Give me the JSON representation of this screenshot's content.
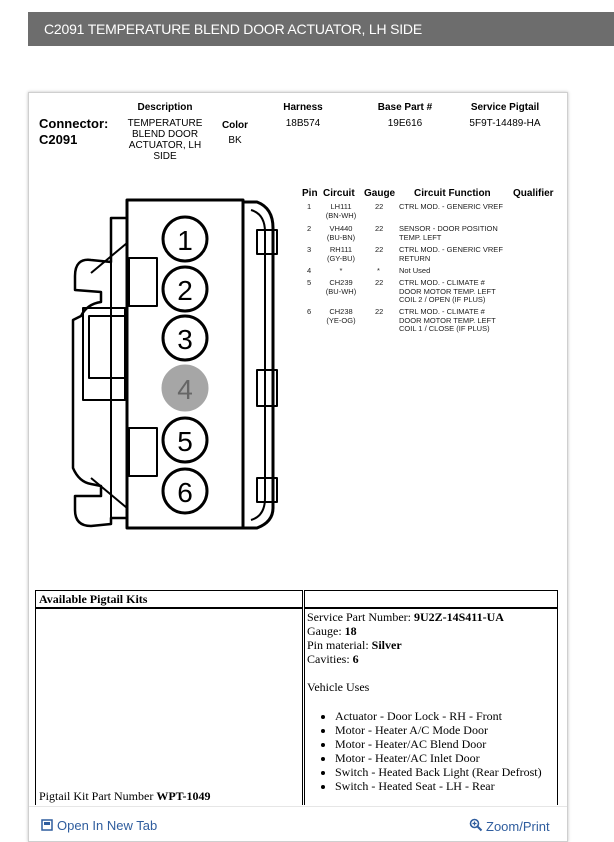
{
  "header": {
    "title": "C2091 TEMPERATURE BLEND DOOR ACTUATOR, LH SIDE"
  },
  "connector": {
    "label": "Connector:",
    "id": "C2091",
    "col_description": "Description",
    "description_lines": [
      "TEMPERATURE",
      "BLEND DOOR",
      "ACTUATOR, LH",
      "SIDE"
    ],
    "col_color": "Color",
    "color": "BK",
    "col_harness": "Harness",
    "harness": "18B574",
    "col_base_part": "Base Part #",
    "base_part": "19E616",
    "col_service_pigtail": "Service Pigtail",
    "service_pigtail": "5F9T-14489-HA"
  },
  "pin_table": {
    "headers": {
      "pin": "Pin",
      "circuit": "Circuit",
      "gauge": "Gauge",
      "function": "Circuit Function",
      "qualifier": "Qualifier"
    },
    "rows": [
      {
        "pin": "1",
        "circuit": [
          "LH111",
          "(BN-WH)"
        ],
        "gauge": "22",
        "function": [
          "CTRL MOD. - GENERIC VREF"
        ]
      },
      {
        "pin": "2",
        "circuit": [
          "VH440",
          "(BU-BN)"
        ],
        "gauge": "22",
        "function": [
          "SENSOR - DOOR POSITION",
          "TEMP. LEFT"
        ]
      },
      {
        "pin": "3",
        "circuit": [
          "RH111",
          "(GY-BU)"
        ],
        "gauge": "22",
        "function": [
          "CTRL MOD. - GENERIC VREF",
          "RETURN"
        ]
      },
      {
        "pin": "4",
        "circuit": [
          "*"
        ],
        "gauge": "*",
        "function": [
          "Not Used"
        ]
      },
      {
        "pin": "5",
        "circuit": [
          "CH239",
          "(BU-WH)"
        ],
        "gauge": "22",
        "function": [
          "CTRL MOD. - CLIMATE #",
          "DOOR MOTOR TEMP. LEFT",
          "COIL 2 / OPEN (IF PLUS)"
        ]
      },
      {
        "pin": "6",
        "circuit": [
          "CH238",
          "(YE-OG)"
        ],
        "gauge": "22",
        "function": [
          "CTRL MOD. - CLIMATE #",
          "DOOR MOTOR TEMP. LEFT",
          "COIL 1 / CLOSE (IF PLUS)"
        ]
      }
    ]
  },
  "diagram": {
    "pins": [
      "1",
      "2",
      "3",
      "4",
      "5",
      "6"
    ],
    "unused_pin_color": "#a6a6a6"
  },
  "pigtail": {
    "heading": "Available Pigtail Kits",
    "kit_part_label": "Pigtail Kit Part Number",
    "kit_part_number": "WPT-1049",
    "service_part_label": "Service Part Number:",
    "service_part_number": "9U2Z-14S411-UA",
    "gauge_label": "Gauge:",
    "gauge": "18",
    "pin_material_label": "Pin material:",
    "pin_material": "Silver",
    "cavities_label": "Cavities:",
    "cavities": "6",
    "vehicle_uses_label": "Vehicle Uses",
    "vehicle_uses": [
      "Actuator - Door Lock - RH - Front",
      "Motor - Heater A/C Mode Door",
      "Motor - Heater/AC Blend Door",
      "Motor - Heater/AC Inlet Door",
      "Switch - Heated Back Light (Rear Defrost)",
      "Switch - Heated Seat - LH - Rear"
    ]
  },
  "footer": {
    "open_new_tab": "Open In New Tab",
    "zoom_print": "Zoom/Print",
    "link_color": "#2f5d9e"
  }
}
